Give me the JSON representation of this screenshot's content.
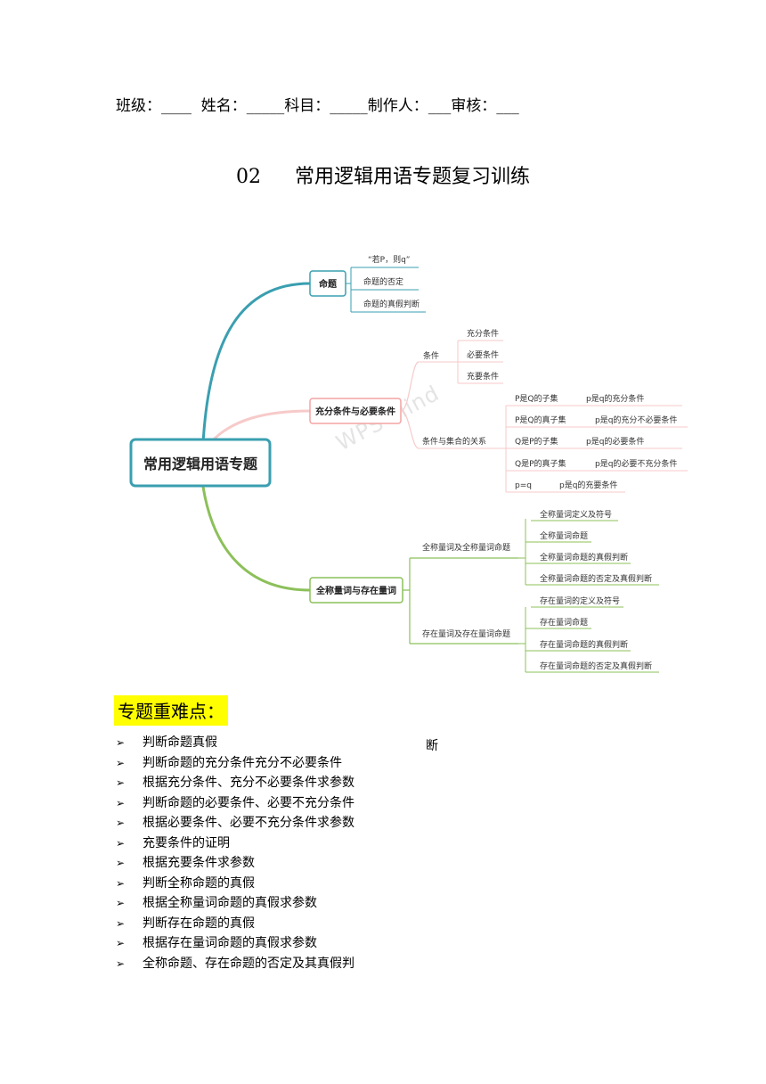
{
  "header": {
    "text": "班级：____  姓名：_____科目：_____制作人：___审核：___"
  },
  "title": {
    "number": "02",
    "text": "常用逻辑用语专题复习训练"
  },
  "mindmap": {
    "watermark": "WPS Mind",
    "root": "常用逻辑用语专题",
    "branches": [
      {
        "label": "命题",
        "color": "#3a9fb0",
        "items": [
          "“若P，则q”",
          "命题的否定",
          "命题的真假判断"
        ]
      },
      {
        "label": "充分条件与必要条件",
        "color": "#f4a3a3",
        "groups": [
          {
            "label": "条件",
            "items": [
              "充分条件",
              "必要条件",
              "充要条件"
            ]
          },
          {
            "label": "条件与集合的关系",
            "pairs": [
              [
                "P是Q的子集",
                "p是q的充分条件"
              ],
              [
                "P是Q的真子集",
                "p是q的充分不必要条件"
              ],
              [
                "Q是P的子集",
                "p是q的必要条件"
              ],
              [
                "Q是P的真子集",
                "p是q的必要不充分条件"
              ],
              [
                "p=q",
                "p是q的充要条件"
              ]
            ]
          }
        ]
      },
      {
        "label": "全称量词与存在量词",
        "color": "#8cc05a",
        "groups": [
          {
            "label": "全称量词及全称量词命题",
            "items": [
              "全称量词定义及符号",
              "全称量词命题",
              "全称量词命题的真假判断",
              "全称量词命题的否定及真假判断"
            ]
          },
          {
            "label": "存在量词及存在量词命题",
            "items": [
              "存在量词的定义及符号",
              "存在量词命题",
              "存在量词命题的真假判断",
              "存在量词命题的否定及真假判断"
            ]
          }
        ]
      }
    ]
  },
  "key_points": {
    "heading": "专题重难点：",
    "bullet": "➢",
    "stray_text": "断",
    "items": [
      "判断命题真假",
      "判断命题的充分条件充分不必要条件",
      "根据充分条件、充分不必要条件求参数",
      "判断命题的必要条件、必要不充分条件",
      "根据必要条件、必要不充分条件求参数",
      "充要条件的证明",
      "根据充要条件求参数",
      "判断全称命题的真假",
      "根据全称量词命题的真假求参数",
      "判断存在命题的真假",
      "根据存在量词命题的真假求参数",
      "全称命题、存在命题的否定及其真假判"
    ]
  }
}
